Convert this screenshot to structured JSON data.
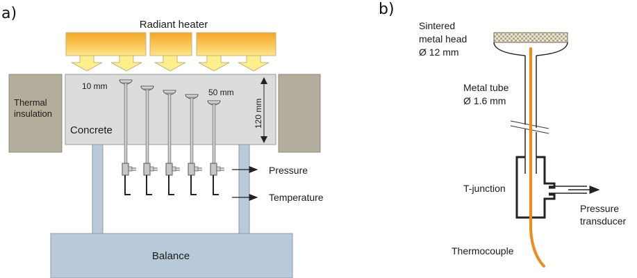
{
  "panel_a": {
    "label": "a)",
    "heater_label": "Radiant heater",
    "insulation_label_line1": "Thermal",
    "insulation_label_line2": "insulation",
    "concrete_label": "Concrete",
    "depth_first": "10 mm",
    "depth_last": "50 mm",
    "height_label": "120 mm",
    "pressure_label": "Pressure",
    "temperature_label": "Temperature",
    "balance_label": "Balance",
    "colors": {
      "heater_top": "#f5a623",
      "heater_bottom": "#fde58a",
      "arrow": "#fdf08a",
      "concrete": "#dcdcdc",
      "insulation": "#b3ae9c",
      "balance": "#b8cad9"
    }
  },
  "panel_b": {
    "label": "b)",
    "head_label_line1": "Sintered",
    "head_label_line2": "metal head",
    "head_label_line3": "Ø 12 mm",
    "tube_label_line1": "Metal tube",
    "tube_label_line2": "Ø 1.6 mm",
    "tjunction_label": "T-junction",
    "transducer_label_line1": "Pressure",
    "transducer_label_line2": "transducer",
    "thermocouple_label": "Thermocouple",
    "colors": {
      "thermocouple": "#f08a1c",
      "sintered": "#a8a283"
    }
  }
}
